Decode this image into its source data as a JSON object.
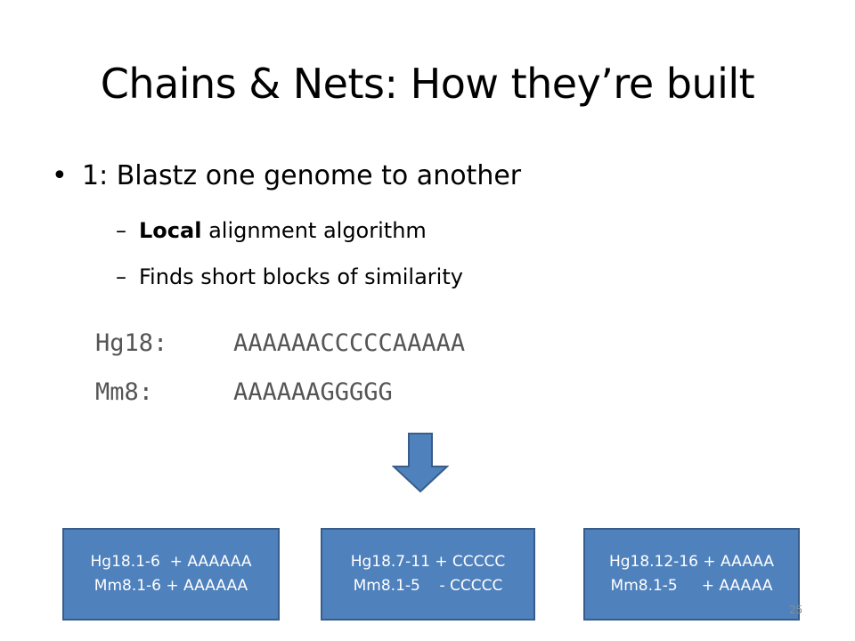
{
  "slide": {
    "title": "Chains & Nets:  How they’re built",
    "bullet": {
      "marker": "•",
      "text": "1:  Blastz one genome to another"
    },
    "sub_bullets": [
      {
        "dash": "–",
        "bold": "Local",
        "text": " alignment algorithm"
      },
      {
        "dash": "–",
        "text": "Finds short blocks of similarity"
      }
    ],
    "sequences": [
      {
        "label": "Hg18:",
        "value": "AAAAAACCCCCAAAAA"
      },
      {
        "label": "Mm8:",
        "value": "AAAAAAGGGGG"
      }
    ],
    "arrow_icon": "down-arrow-icon",
    "boxes": [
      {
        "line1": "Hg18.1-6  + AAAAAA",
        "line2": "Mm8.1-6 + AAAAAA"
      },
      {
        "line1": "Hg18.7-11 + CCCCC",
        "line2": "Mm8.1-5    - CCCCC"
      },
      {
        "line1": "Hg18.12-16 + AAAAA",
        "line2": "Mm8.1-5     + AAAAA"
      }
    ],
    "page_number": "25"
  },
  "colors": {
    "box_fill": "#4f81bd",
    "box_border": "#385d8a",
    "sequence_text": "#555555",
    "page_number": "#8c8c8c"
  }
}
